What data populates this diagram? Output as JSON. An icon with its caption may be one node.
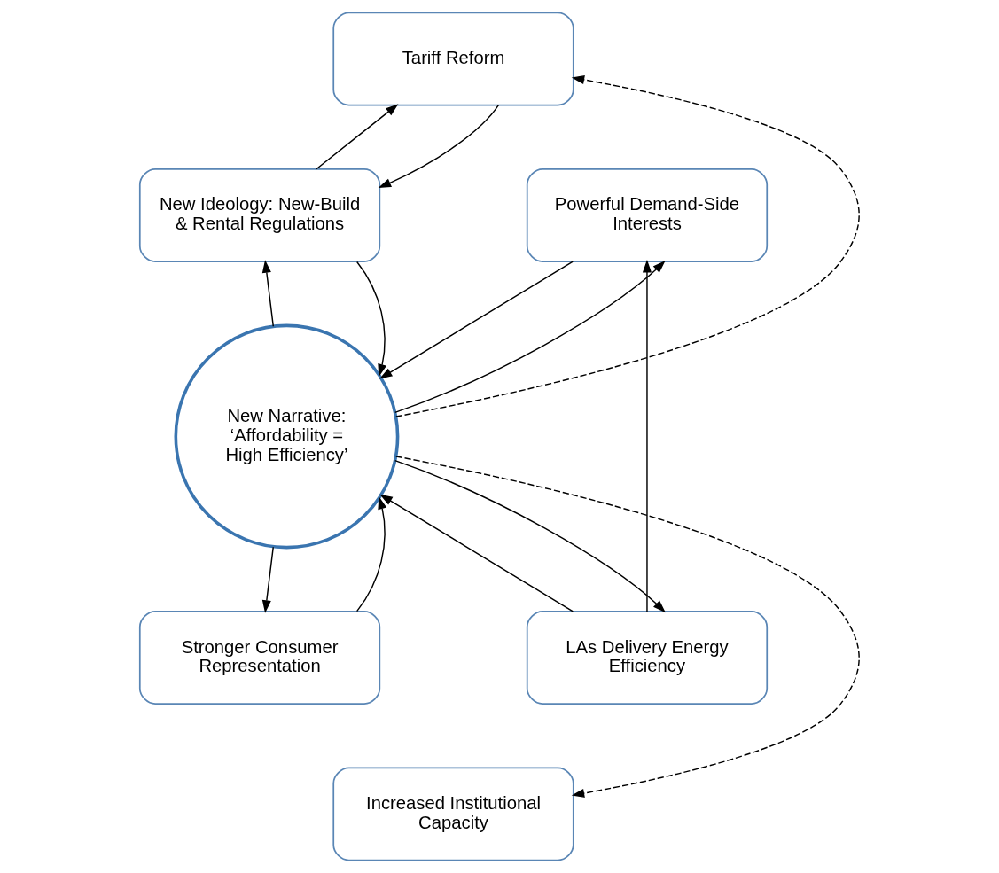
{
  "diagram": {
    "nodes": [
      {
        "text": [
          "Tariff Reform"
        ]
      },
      {
        "text": [
          "New Ideology: New-Build & Rental Regulations"
        ]
      },
      {
        "text": [
          "Powerful Demand-Side Interests"
        ]
      },
      {
        "text": [
          "New Narrative:",
          "‘Affordability = High Efficiency’"
        ]
      },
      {
        "text": [
          "Stronger Consumer Representation"
        ]
      },
      {
        "text": [
          "LAs Delivery Energy Efficiency"
        ]
      },
      {
        "text": [
          "Increased Institutional Capacity"
        ]
      }
    ],
    "edges": [
      {
        "from": 1,
        "to": 0,
        "arrow": "to"
      },
      {
        "from": 0,
        "to": 1,
        "arrow": "to"
      },
      {
        "from": 3,
        "to": 0,
        "arrow": "to",
        "style": "dashed"
      },
      {
        "from": 3,
        "to": 1,
        "arrow": "to"
      },
      {
        "from": 1,
        "to": 3,
        "arrow": "to"
      },
      {
        "from": 2,
        "to": 3,
        "arrow": "to"
      },
      {
        "from": 3,
        "to": 2,
        "arrow": "to"
      },
      {
        "from": 3,
        "to": 4,
        "arrow": "to"
      },
      {
        "from": 4,
        "to": 3,
        "arrow": "to"
      },
      {
        "from": 5,
        "to": 3,
        "arrow": "to"
      },
      {
        "from": 3,
        "to": 5,
        "arrow": "to"
      },
      {
        "from": 5,
        "to": 2,
        "arrow": "to"
      },
      {
        "from": 3,
        "to": 6,
        "arrow": "to",
        "style": "dashed"
      }
    ]
  }
}
